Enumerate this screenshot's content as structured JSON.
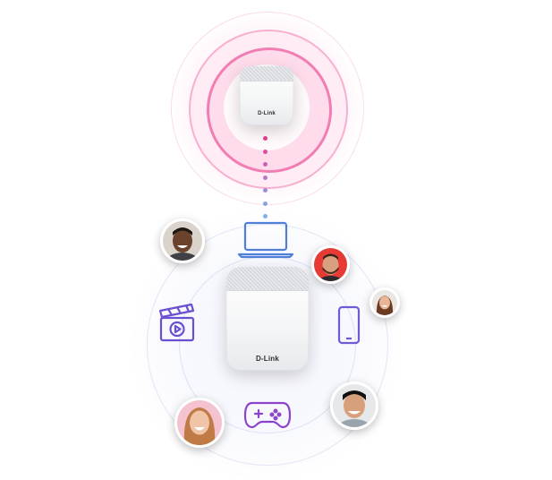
{
  "satellite_router": {
    "brand": "D-Link",
    "icon": "mesh-router-icon"
  },
  "main_router": {
    "brand": "D-Link",
    "icon": "mesh-router-icon"
  },
  "link_dots": [
    "#e03c8c",
    "#d94da2",
    "#c963b7",
    "#b578c9",
    "#9d8dd6",
    "#8aa1e0",
    "#7cb2e8"
  ],
  "devices": [
    {
      "name": "laptop",
      "icon": "laptop-icon",
      "color": "#4f7fd9"
    },
    {
      "name": "phone",
      "icon": "smartphone-icon",
      "color": "#6f5bd6"
    },
    {
      "name": "video",
      "icon": "clapperboard-play-icon",
      "color": "#6a4fd0"
    },
    {
      "name": "gaming",
      "icon": "gamepad-icon",
      "color": "#8a43c9"
    }
  ],
  "people": [
    {
      "name": "man-smiling",
      "icon": "user-photo-icon"
    },
    {
      "name": "man-beard",
      "icon": "user-photo-icon"
    },
    {
      "name": "woman-small",
      "icon": "user-photo-icon"
    },
    {
      "name": "woman-laughing",
      "icon": "user-photo-icon"
    },
    {
      "name": "man-glasses",
      "icon": "user-photo-icon"
    }
  ],
  "colors": {
    "pink": "#e83e8c",
    "purple": "#8a5cd6",
    "blue": "#4f7fd9"
  }
}
